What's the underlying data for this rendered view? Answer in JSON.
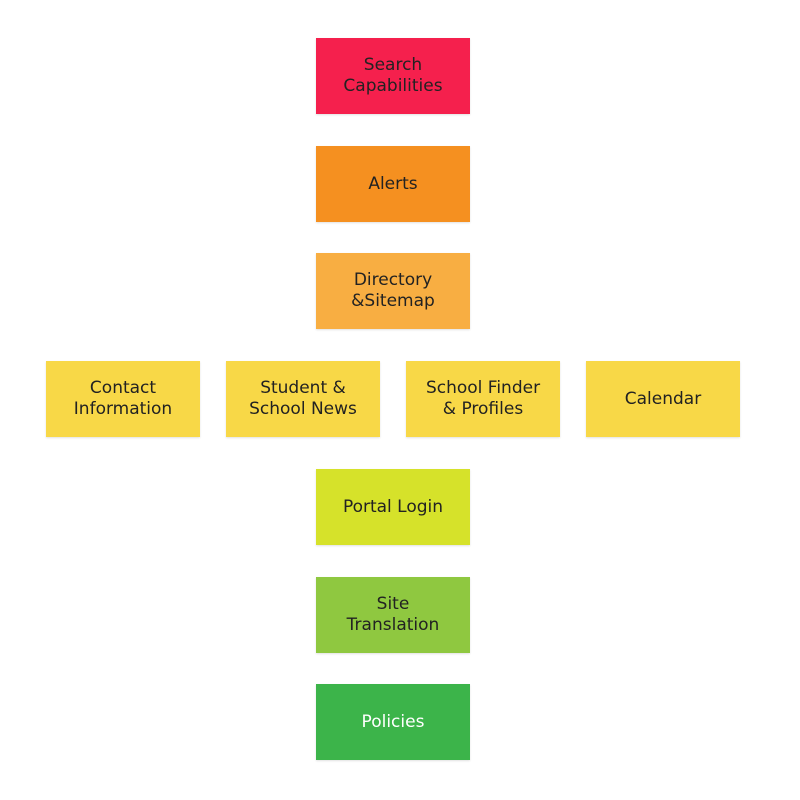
{
  "diagram": {
    "boxes": [
      {
        "id": "search-capabilities",
        "label": "Search\nCapabilities",
        "color": "#f5204d",
        "text_color": "dark"
      },
      {
        "id": "alerts",
        "label": "Alerts",
        "color": "#f59020",
        "text_color": "dark"
      },
      {
        "id": "directory-sitemap",
        "label": "Directory\n&Sitemap",
        "color": "#f8ae42",
        "text_color": "dark"
      },
      {
        "id": "contact-information",
        "label": "Contact\nInformation",
        "color": "#f8d847",
        "text_color": "dark"
      },
      {
        "id": "student-school-news",
        "label": "Student &\nSchool News",
        "color": "#f8d847",
        "text_color": "dark"
      },
      {
        "id": "school-finder-profiles",
        "label": "School Finder\n& Profiles",
        "color": "#f8d847",
        "text_color": "dark"
      },
      {
        "id": "calendar",
        "label": "Calendar",
        "color": "#f8d847",
        "text_color": "dark"
      },
      {
        "id": "portal-login",
        "label": "Portal Login",
        "color": "#d6e22a",
        "text_color": "dark"
      },
      {
        "id": "site-translation",
        "label": "Site\nTranslation",
        "color": "#8fc840",
        "text_color": "dark"
      },
      {
        "id": "policies",
        "label": "Policies",
        "color": "#3cb44a",
        "text_color": "light"
      }
    ]
  }
}
